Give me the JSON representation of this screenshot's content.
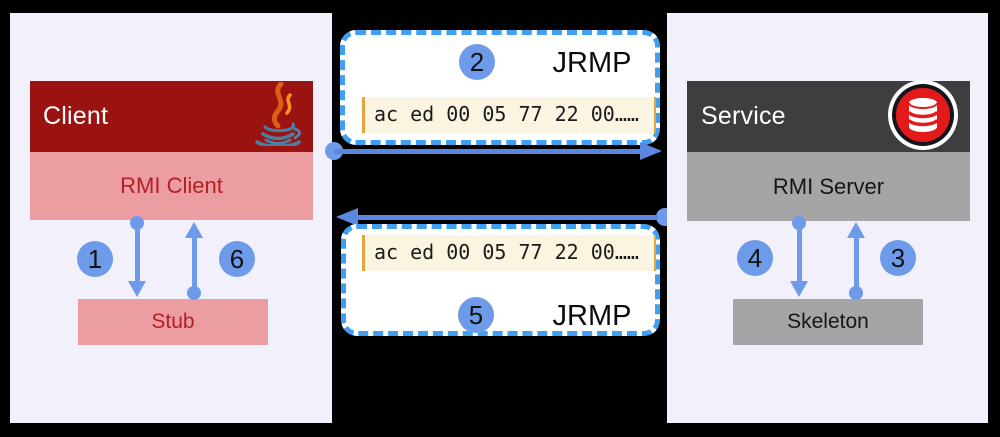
{
  "diagram": {
    "client": {
      "title": "Client",
      "middle": "RMI Client",
      "bottom": "Stub",
      "step_down": "1",
      "step_up": "6"
    },
    "service": {
      "title": "Service",
      "middle": "RMI Server",
      "bottom": "Skeleton",
      "step_down": "4",
      "step_up": "3"
    },
    "request": {
      "step": "2",
      "protocol": "JRMP",
      "payload": "ac ed 00 05 77 22 00……"
    },
    "response": {
      "step": "5",
      "protocol": "JRMP",
      "payload": "ac ed 00 05 77 22 00……"
    },
    "icons": {
      "client_logo": "java-logo",
      "service_logo": "database"
    },
    "colors": {
      "background": "#000000",
      "panel": "#f2f0fa",
      "client_header": "#9a1311",
      "client_box": "#ec9da1",
      "client_text": "#b02127",
      "service_header": "#3e3d40",
      "service_box": "#a5a4a6",
      "badge_blue": "#6d9bea",
      "arrow_blue": "#5b87e0",
      "dashed_border": "#3f9ff2",
      "code_background": "#fbf4e1",
      "code_border": "#e1a33c",
      "db_icon_red": "#e21a1a"
    }
  }
}
